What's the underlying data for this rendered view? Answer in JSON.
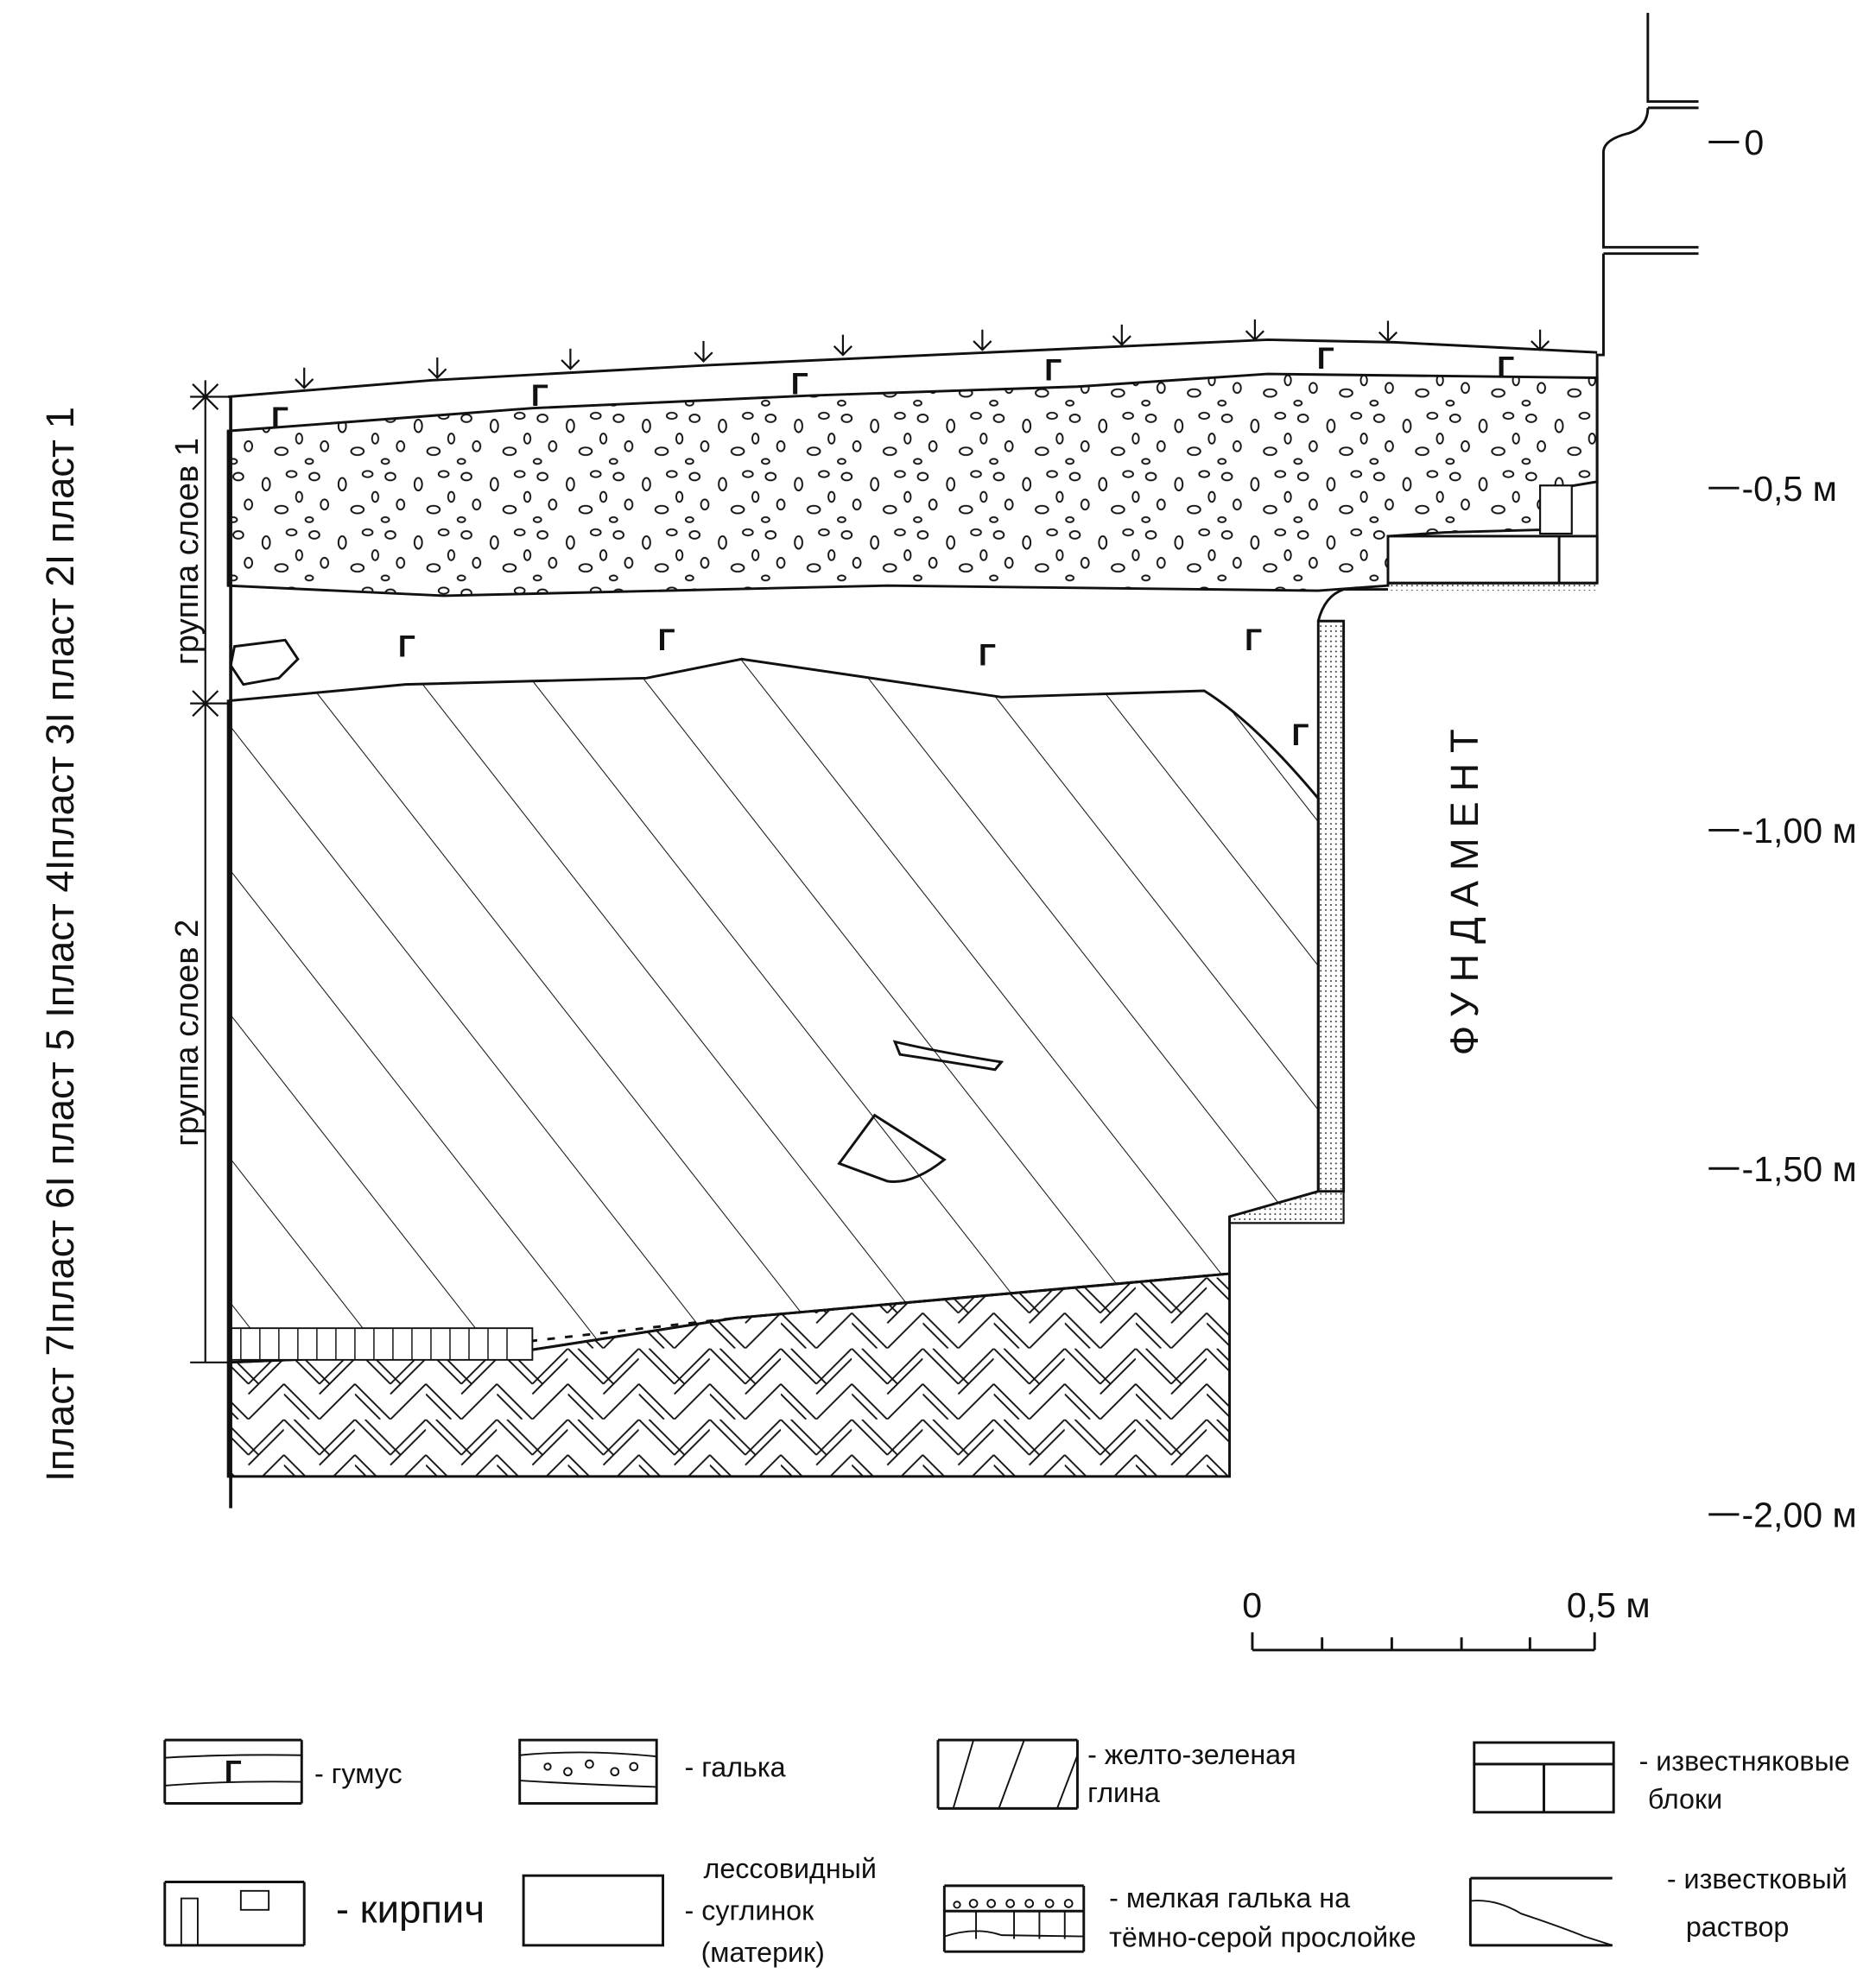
{
  "strata_column": "Iпласт 7Iпласт 6I  пласт 5 Iпласт 4Iпласт 3I пласт 2I  пласт 1",
  "groups": [
    "группа слоев 1",
    "группа слоев 2"
  ],
  "humus_mark": "Г",
  "foundation_label": "ФУНДАМЕНТ",
  "depth_scale": [
    "0",
    "-0,5 м",
    "-1,00 м",
    "-1,50 м",
    "-2,00 м"
  ],
  "scale_bar": {
    "start": "0",
    "end": "0,5 м"
  },
  "legend": [
    {
      "key": "humus",
      "lines": [
        "- гумус"
      ]
    },
    {
      "key": "pebble",
      "lines": [
        "- галька"
      ]
    },
    {
      "key": "clay",
      "lines": [
        "- желто-зеленая",
        "глина"
      ]
    },
    {
      "key": "blocks",
      "lines": [
        "- известняковые",
        "блоки"
      ]
    },
    {
      "key": "brick",
      "lines": [
        "- кирпич"
      ]
    },
    {
      "key": "loess",
      "lines": [
        "лессовидный",
        "- суглинок",
        "(материк)"
      ]
    },
    {
      "key": "small-pebble",
      "lines": [
        "- мелкая галька на",
        "тёмно-серой прослойке"
      ]
    },
    {
      "key": "mortar",
      "lines": [
        "- известковый",
        "раствор"
      ]
    }
  ]
}
